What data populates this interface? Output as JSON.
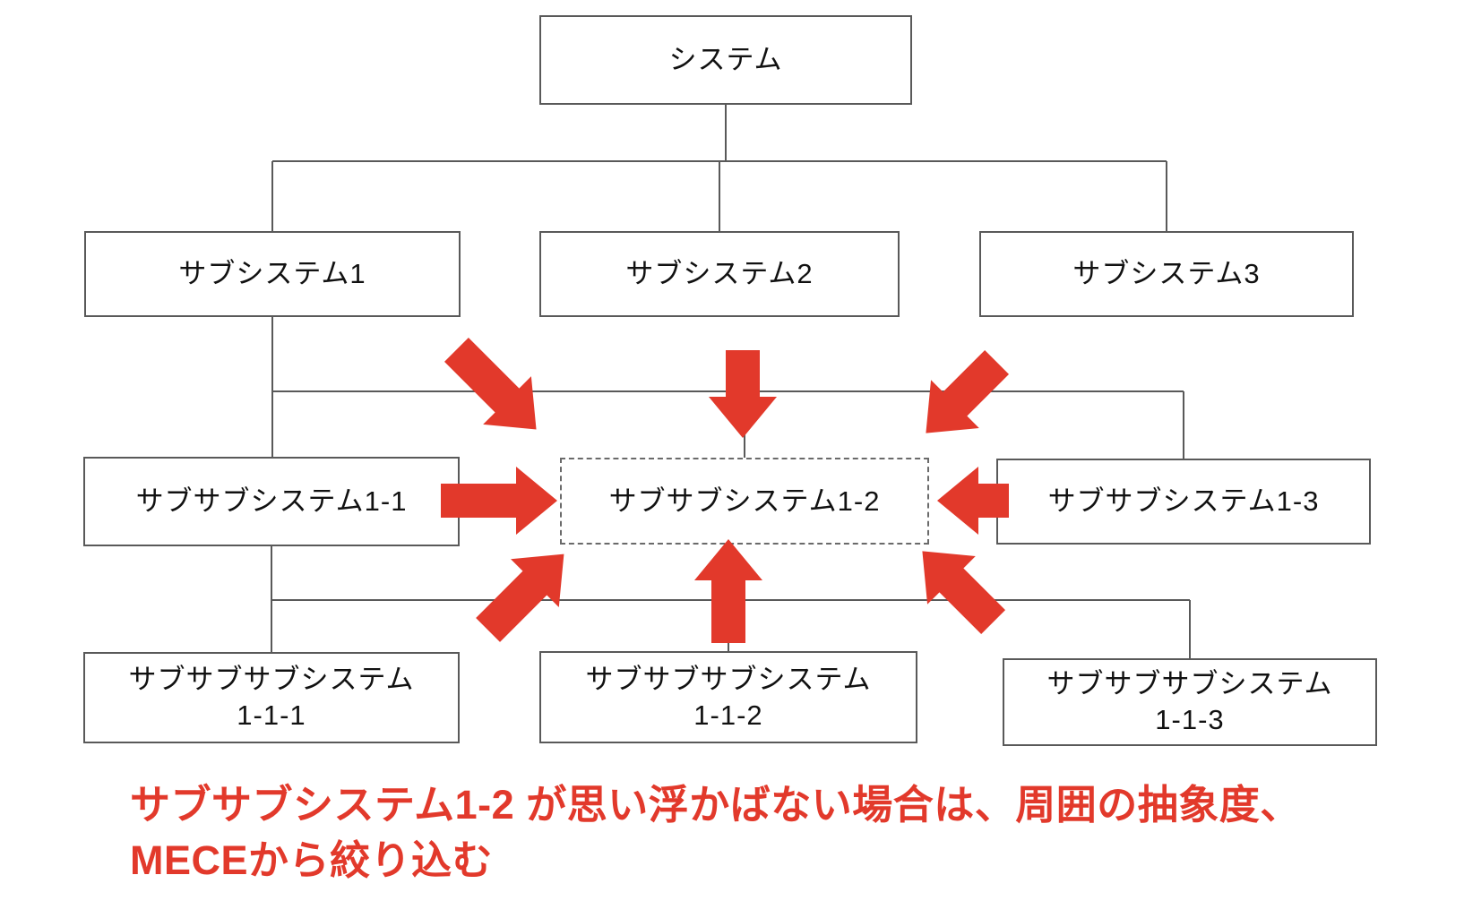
{
  "colors": {
    "red": "#e2392b",
    "line": "#595959",
    "text": "#111111",
    "bg": "#ffffff"
  },
  "diagram": {
    "nodes": {
      "system": "システム",
      "subsystem1": "サブシステム1",
      "subsystem2": "サブシステム2",
      "subsystem3": "サブシステム3",
      "subsubsystem1_1": "サブサブシステム1-1",
      "subsubsystem1_2": "サブサブシステム1-2",
      "subsubsystem1_3": "サブサブシステム1-3",
      "subsubsubsystem1_1_1": "サブサブサブシステム\n1-1-1",
      "subsubsubsystem1_1_2": "サブサブサブシステム\n1-1-2",
      "subsubsubsystem1_1_3": "サブサブサブシステム\n1-1-3"
    },
    "annotation": {
      "line1": "サブサブシステム1-2 が思い浮かばない場合は、周囲の抽象度、",
      "line2": "MECEから絞り込む"
    }
  }
}
